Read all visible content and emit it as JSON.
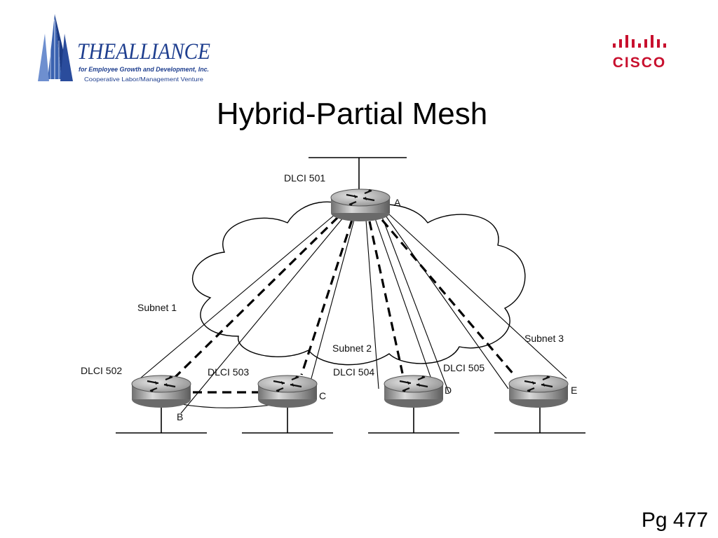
{
  "slide": {
    "title": "Hybrid-Partial Mesh",
    "page_number": "Pg 477"
  },
  "logo_left": {
    "name": "THEALLIANCE",
    "tagline": "for Employee Growth and Development, Inc.",
    "subtitle": "Cooperative Labor/Management Venture",
    "brand_color": "#1f3f8f"
  },
  "logo_cisco": {
    "name": "CISCO",
    "color": "#c8102e"
  },
  "diagram": {
    "routers": [
      {
        "id": "A",
        "label": "A",
        "dlci": "DLCI 501"
      },
      {
        "id": "B",
        "label": "B",
        "dlci": "DLCI 502"
      },
      {
        "id": "C",
        "label": "C",
        "dlci": "DLCI 503"
      },
      {
        "id": "D",
        "label": "D",
        "dlci": "DLCI 504"
      },
      {
        "id": "E",
        "label": "E",
        "dlci": "DLCI 505"
      }
    ],
    "subnets": [
      {
        "id": "subnet-1",
        "label": "Subnet 1"
      },
      {
        "id": "subnet-2",
        "label": "Subnet 2"
      },
      {
        "id": "subnet-3",
        "label": "Subnet 3"
      }
    ]
  }
}
